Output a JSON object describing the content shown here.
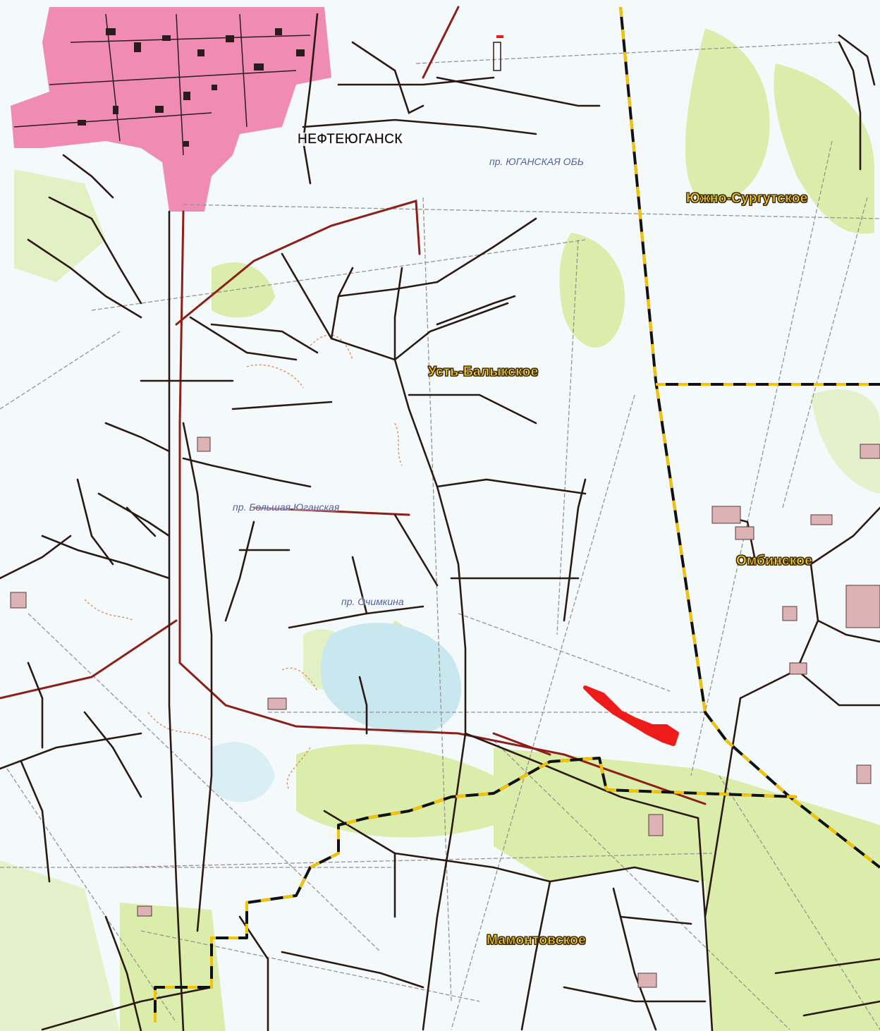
{
  "map": {
    "settlement": "НЕФТЕЮГАНСК",
    "fields": {
      "south_surgut": "Южно-Сургутское",
      "ust_balyk": "Усть-Балыкское",
      "omba": "Омбинское",
      "mamontovo": "Мамонтовское"
    },
    "waterways": {
      "yugansk_ob": "пр. ЮГАНСКАЯ ОБЬ",
      "bolshaya_yuganskaya": "пр. Большая Юганская",
      "ochimkina": "пр. Очимкина"
    },
    "colors": {
      "urban": "#f08cb4",
      "water": "#f4f9fb",
      "forest": "#d8eda6",
      "river_lake": "#c8e7ee",
      "pipeline_major": "#8c2018",
      "road": "#2b1a14",
      "boundary_yellow": "#f4c400",
      "boundary_black": "#111111",
      "highlight": "#ee1b1b"
    }
  }
}
